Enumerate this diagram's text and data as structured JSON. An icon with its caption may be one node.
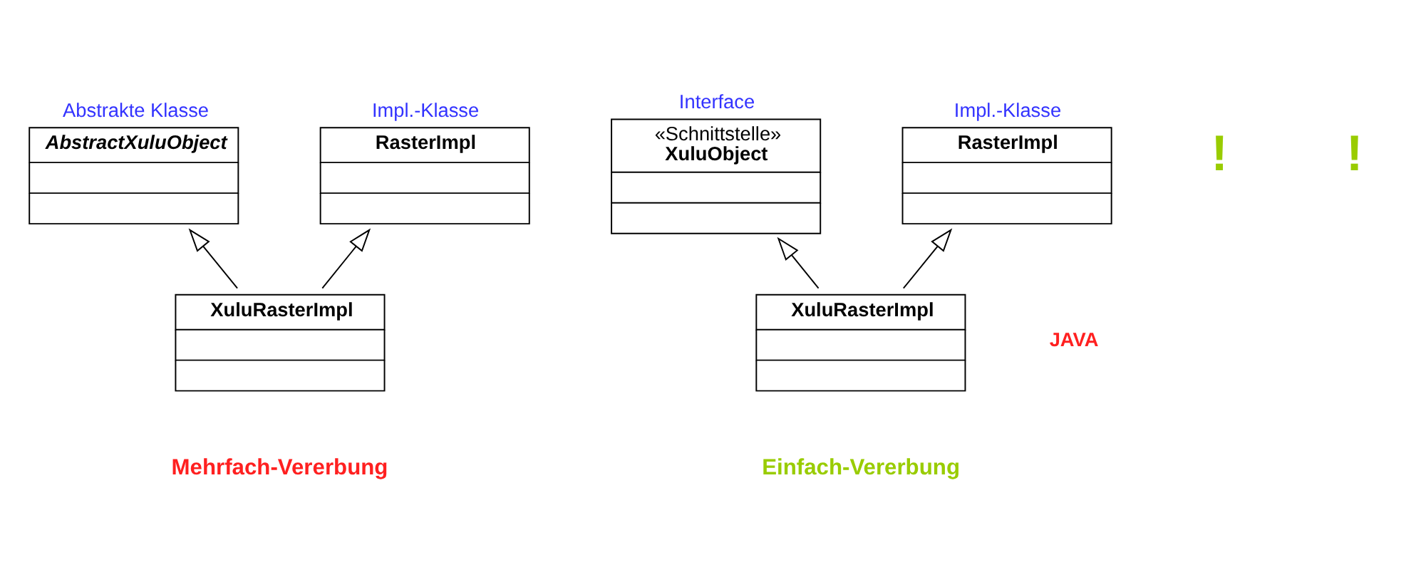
{
  "diagram": {
    "nodes": [
      {
        "text": [
          "Abstrakte Klasse",
          "AbstractXuluObject"
        ]
      },
      {
        "text": [
          "Impl.-Klasse",
          "RasterImpl"
        ]
      },
      {
        "text": [
          "XuluRasterImpl"
        ]
      },
      {
        "text": [
          "Interface",
          "«Schnittstelle»",
          "XuluObject"
        ]
      },
      {
        "text": [
          "Impl.-Klasse",
          "RasterImpl"
        ]
      },
      {
        "text": [
          "XuluRasterImpl"
        ]
      }
    ],
    "edges": [
      {
        "from": 2,
        "to": 0,
        "arrow": "to"
      },
      {
        "from": 2,
        "to": 1,
        "arrow": "to"
      },
      {
        "from": 5,
        "to": 3,
        "arrow": "to"
      },
      {
        "from": 5,
        "to": 4,
        "arrow": "to"
      }
    ],
    "labels": [
      "!",
      "!",
      "JAVA",
      "Mehrfach-Vererbung",
      "Einfach-Vererbung"
    ]
  }
}
